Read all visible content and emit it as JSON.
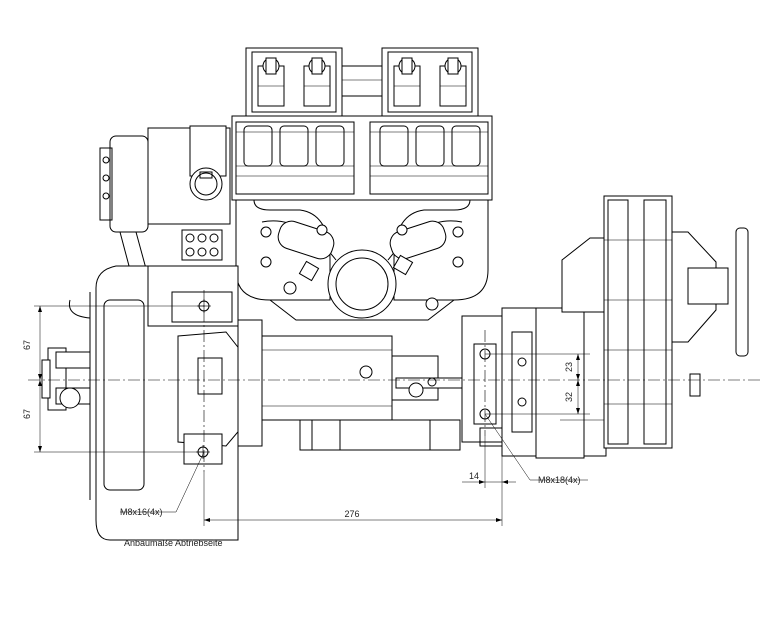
{
  "dimensions": {
    "upper_offset": "67",
    "lower_offset": "67",
    "right_upper": "23",
    "right_lower": "32",
    "flange_offset": "14",
    "length": "276"
  },
  "callouts": {
    "left_bolts": "M8x16(4x)",
    "right_bolts": "M8x18(4x)"
  },
  "caption": "Anbaumaße Abtriebseite"
}
